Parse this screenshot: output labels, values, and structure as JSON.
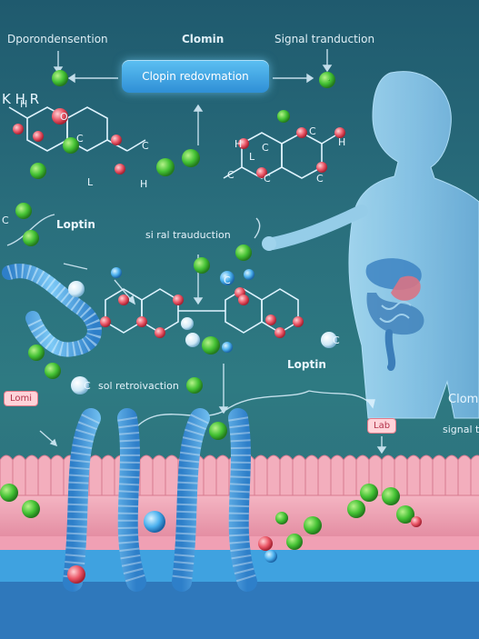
{
  "labels": {
    "top_left": "Dporondensention",
    "top_center": "Clomin",
    "top_right": "Signal tranduction",
    "process_pill": "Clopin redovmation",
    "corner_formula": "K H R",
    "leptin_left": "Loptin",
    "signal_mid": "si ral trauduction",
    "leptin_right": "Loptin",
    "clomin_right": "Clomin",
    "signal_right": "signal t",
    "tag_lomi": "Lomi",
    "sol_retroivaction": "sol retroivaction",
    "tag_lab": "Lab"
  },
  "atoms": {
    "carbon": "C",
    "hydrogen": "H",
    "oxygen": "O",
    "lipid": "L"
  },
  "colors": {
    "background": "#2a6f7d",
    "receptor": "#4da3e6",
    "membrane_pink": "#f2a7b8",
    "green_molecule": "#45c93a",
    "red_node": "#e8505f",
    "body_silhouette": "#8ec9ee"
  },
  "icons": [
    "human-body-icon",
    "receptor-helix-icon",
    "molecule-ring-icon",
    "membrane-icon"
  ]
}
